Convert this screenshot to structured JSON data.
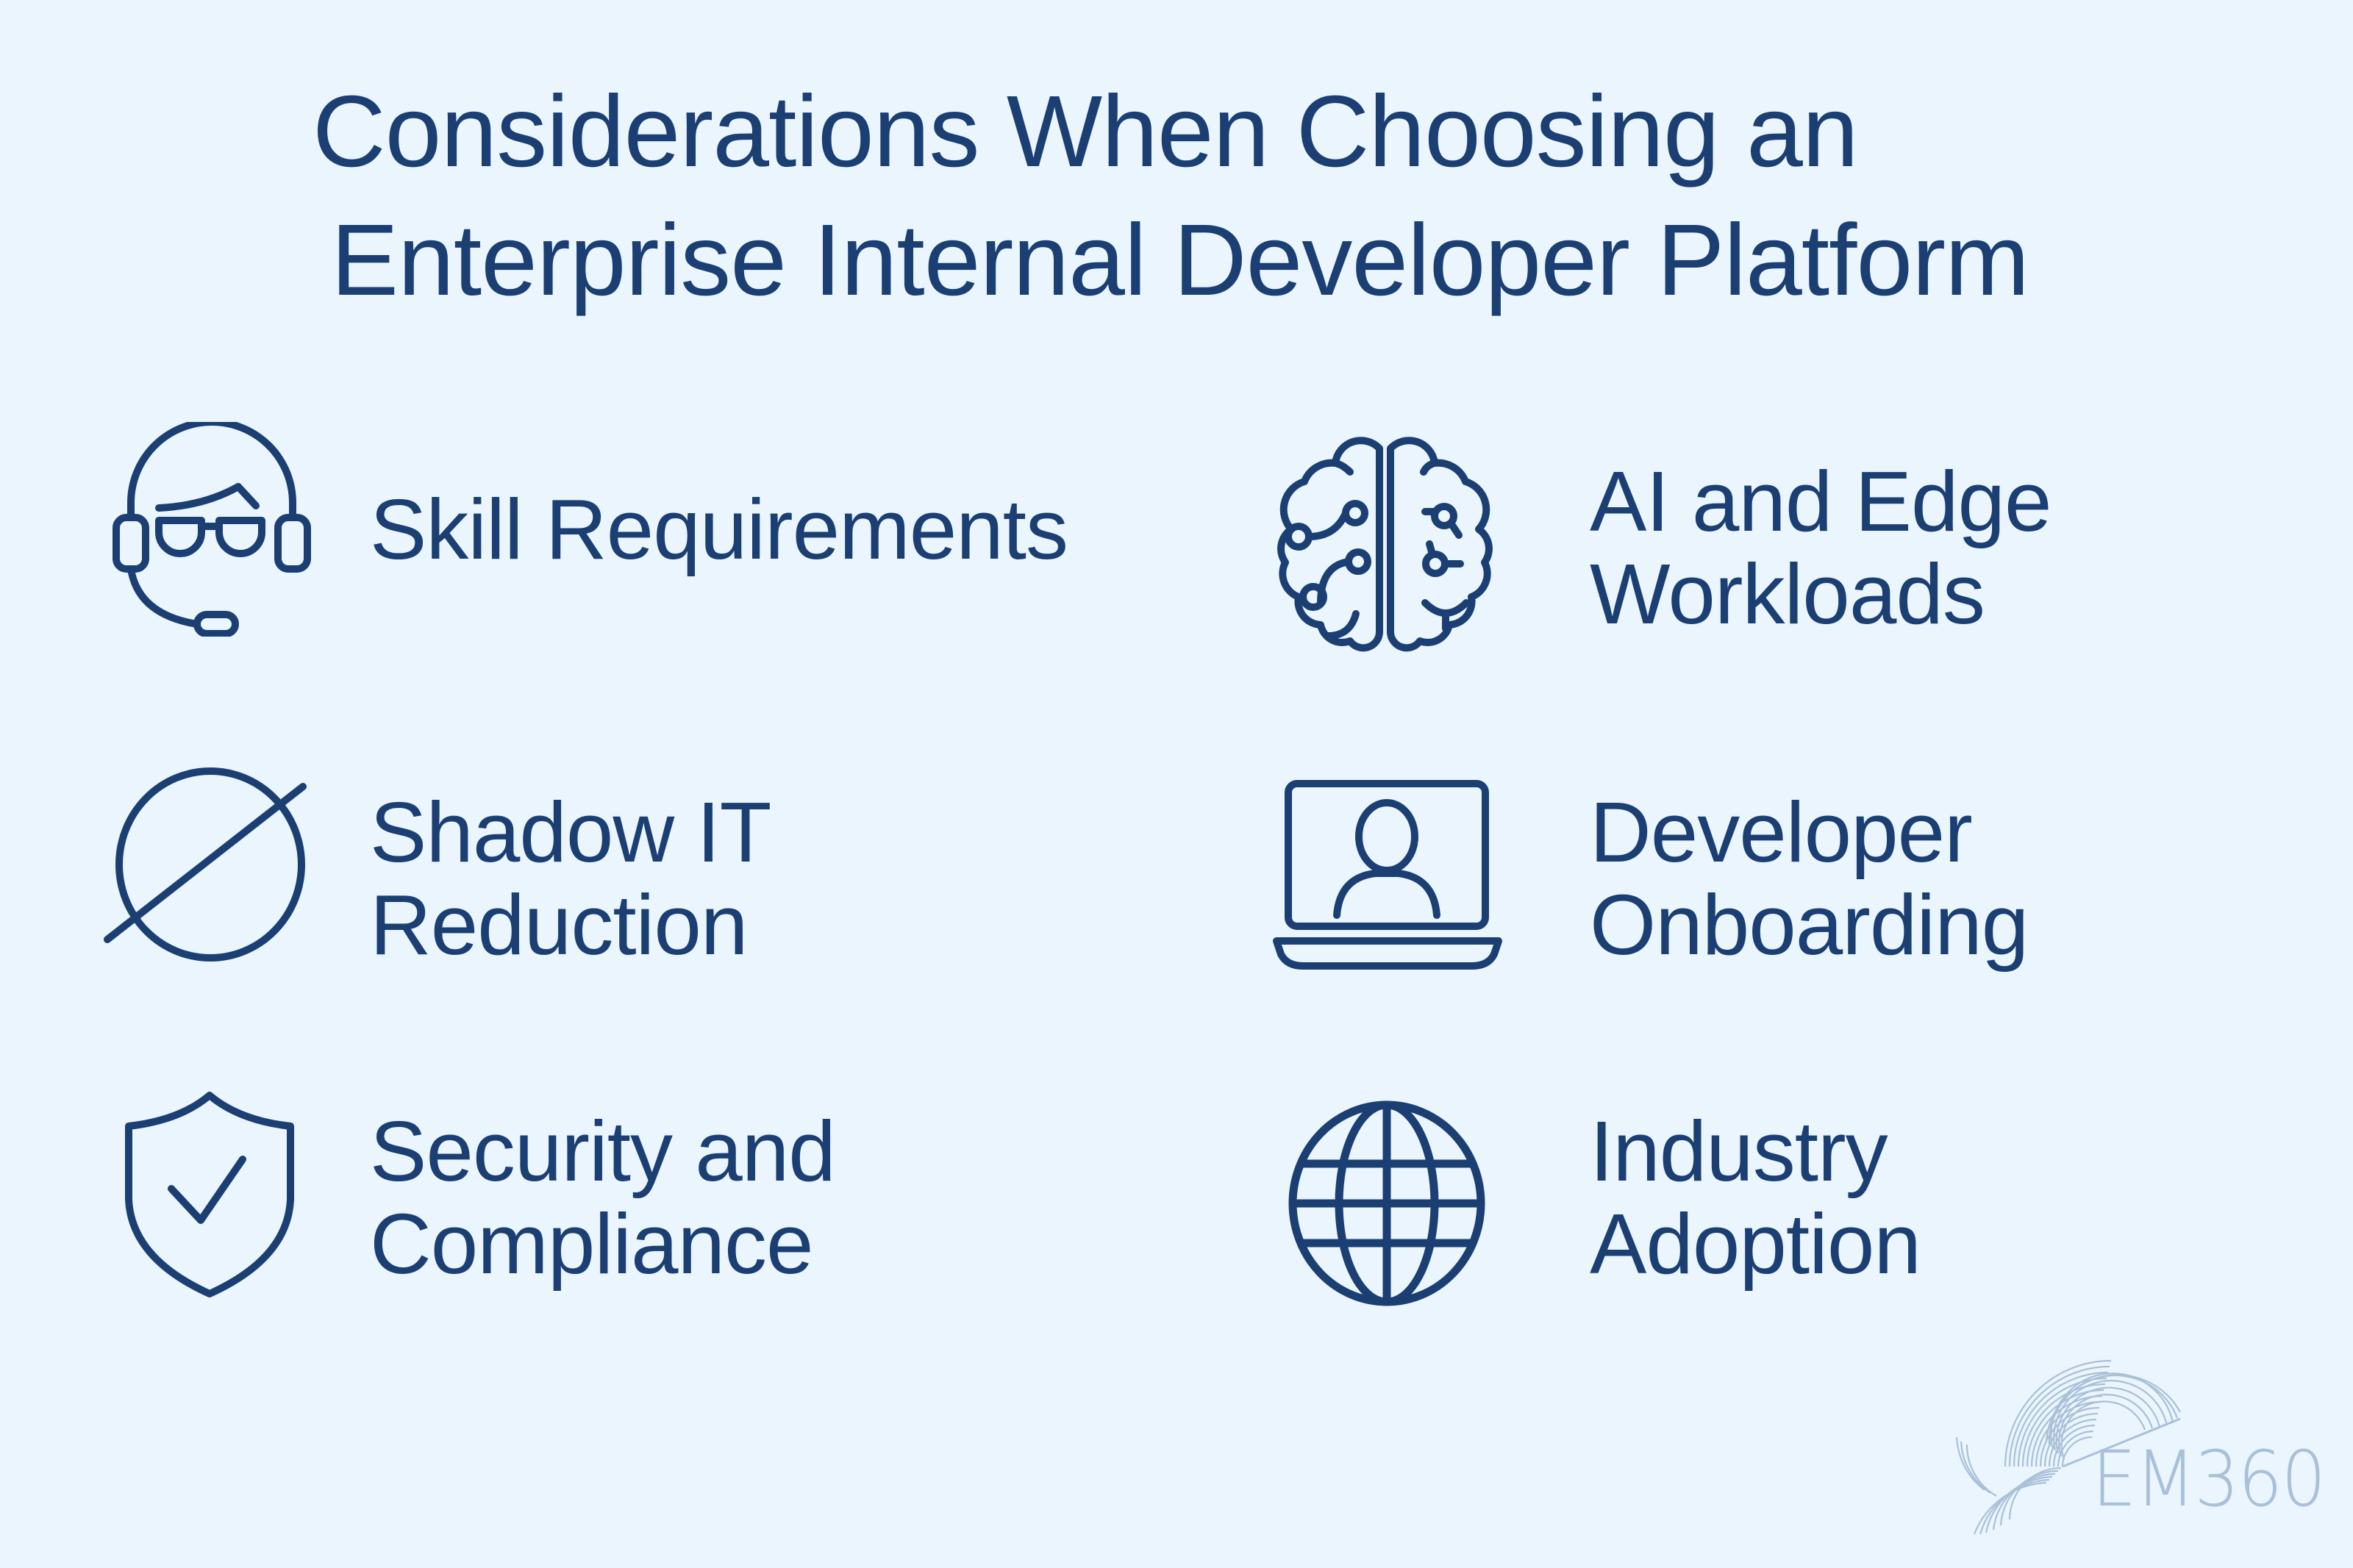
{
  "header": {
    "title_line1": "Considerations When Choosing an",
    "title_line2": "Enterprise Internal Developer Platform"
  },
  "colors": {
    "background": "#EAF5FE",
    "primary": "#1B3F73",
    "logo": "#A9C0D8"
  },
  "items": [
    {
      "icon": "headset-support-icon",
      "lines": [
        "Skill Requirements"
      ]
    },
    {
      "icon": "brain-circuit-icon",
      "lines": [
        "AI and Edge",
        "Workloads"
      ]
    },
    {
      "icon": "prohibited-circle-icon",
      "lines": [
        "Shadow IT",
        "Reduction"
      ]
    },
    {
      "icon": "laptop-user-icon",
      "lines": [
        "Developer",
        "Onboarding"
      ]
    },
    {
      "icon": "shield-check-icon",
      "lines": [
        "Security and",
        "Compliance"
      ]
    },
    {
      "icon": "globe-icon",
      "lines": [
        "Industry",
        "Adoption"
      ]
    }
  ],
  "logo": {
    "text": "EM360",
    "icon": "em360-cloud-logo-icon"
  }
}
